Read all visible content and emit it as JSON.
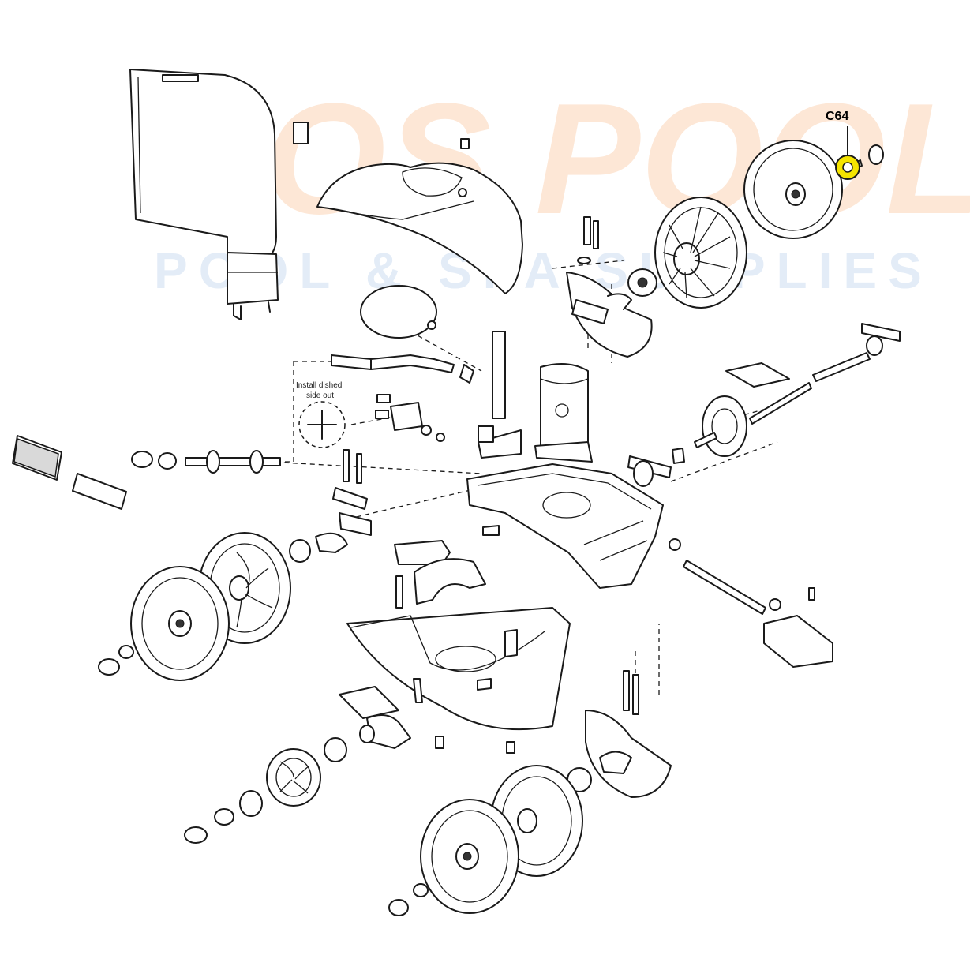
{
  "watermark": {
    "line1": "SOS POOL",
    "line2": "POOL & SPA SUPPLIES",
    "colors": {
      "sos": "#fde7d6",
      "pool": "#e3ecf7"
    }
  },
  "callout": {
    "label": "C64",
    "highlight_color": "#f5e400"
  },
  "notes": {
    "install_line1": "Install dished",
    "install_line2": "side out"
  },
  "icons": [
    "pool-cleaner-exploded-diagram"
  ]
}
